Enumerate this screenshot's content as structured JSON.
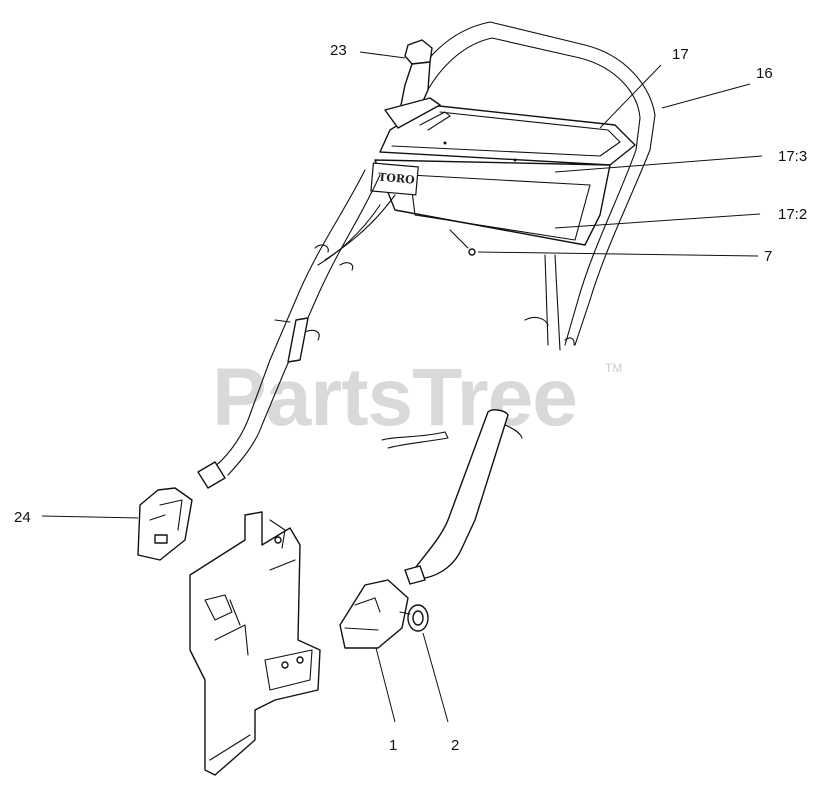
{
  "watermark": {
    "text": "PartsTree",
    "trademark": "TM"
  },
  "handle_plate": {
    "brand": "TORO"
  },
  "callouts": {
    "c23": "23",
    "c17": "17",
    "c16": "16",
    "c17_3": "17:3",
    "c17_2": "17:2",
    "c7": "7",
    "c24": "24",
    "c1": "1",
    "c2": "2"
  }
}
